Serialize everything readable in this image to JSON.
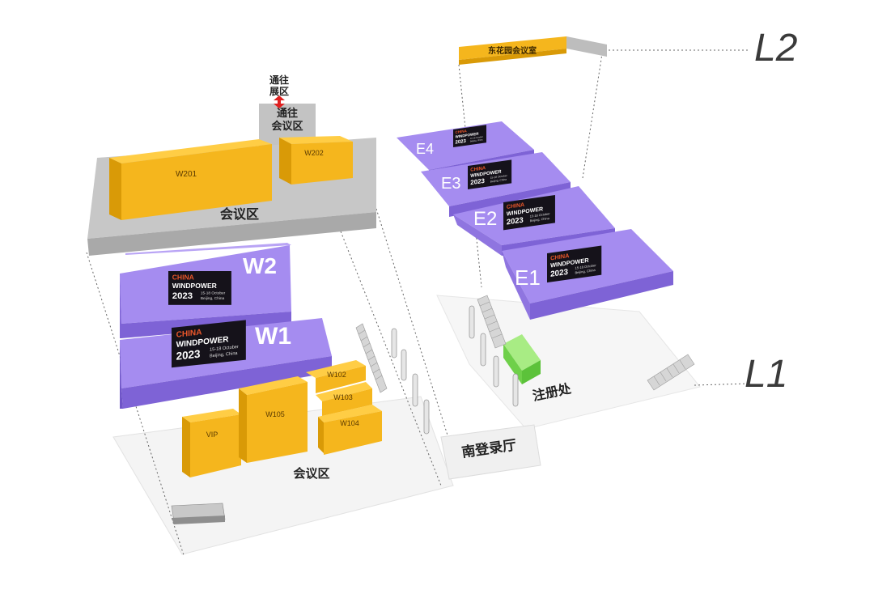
{
  "levels": {
    "l2": "L2",
    "l1": "L1"
  },
  "l2": {
    "east_garden": "东花园会议室",
    "to_hall_line1": "通往",
    "to_hall_line2": "展区",
    "to_conf_line1": "通往",
    "to_conf_line2": "会议区",
    "conf_area_label": "会议区",
    "rooms": {
      "w201": "W201",
      "w202": "W202"
    }
  },
  "halls": {
    "w2": "W2",
    "w1": "W1",
    "e4": "E4",
    "e3": "E3",
    "e2": "E2",
    "e1": "E1"
  },
  "logo": {
    "line1": "CHINA",
    "line2": "WINDPOWER",
    "year": "2023",
    "dates": "15-18 October",
    "city": "Beijing, China"
  },
  "l1": {
    "rooms": {
      "w102": "W102",
      "w103": "W103",
      "w104": "W104",
      "w105": "W105",
      "vip": "VIP"
    },
    "conf_area_label": "会议区",
    "south_lobby": "南登录厅",
    "registration": "注册处"
  },
  "colors": {
    "purple_top": "#a58cf0",
    "purple_front": "#7e63d6",
    "gold_top": "#f5b61d",
    "gold_front": "#d99a07",
    "gray_plate": "#bdbdbd",
    "gray_dark": "#9e9e9e",
    "green_box": "#7ed957",
    "logo_bg": "#15121a",
    "logo_accent": "#e8562a"
  }
}
